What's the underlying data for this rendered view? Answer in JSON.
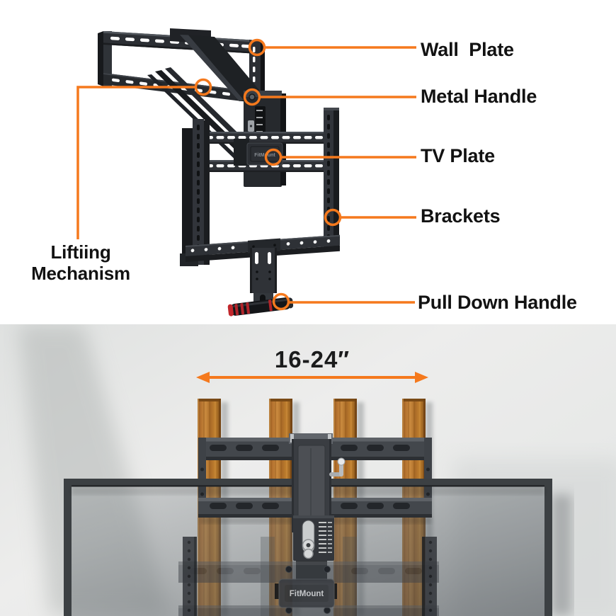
{
  "product_diagram": {
    "brand": "FitMount",
    "callouts": {
      "wall_plate": "Wall  Plate",
      "metal_handle": "Metal Handle",
      "tv_plate": "TV Plate",
      "brackets": "Brackets",
      "pull_down_handle": "Pull Down Handle",
      "lifting_mechanism": {
        "line1": "Liftiing",
        "line2": "Mechanism"
      }
    }
  },
  "installation_scene": {
    "dimension_label": "16-24″",
    "brand_logo": "FitMount"
  },
  "colors": {
    "accent_orange": "#F5791D",
    "label_text": "#121212",
    "metal_dark": "#26292D",
    "wood_stud": "#B5722F",
    "wall_gray": "#E9EAEA",
    "handle_red": "#C1272C"
  }
}
